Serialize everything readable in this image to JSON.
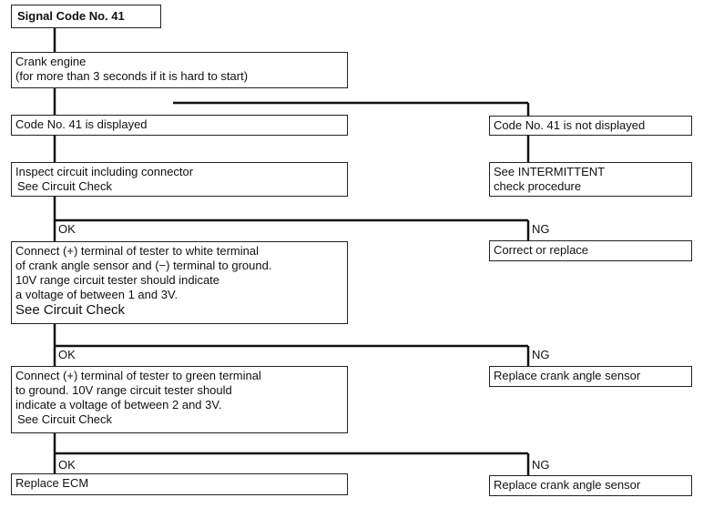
{
  "title": "Signal Code No. 41",
  "steps": {
    "crank": [
      "Crank engine",
      "(for more than 3 seconds if it is hard to start)"
    ],
    "displayed": "Code No. 41 is displayed",
    "not_displayed": "Code No. 41 is not displayed",
    "inspect": [
      "Inspect circuit including connector",
      "See Circuit Check"
    ],
    "intermittent": [
      "See INTERMITTENT",
      "check procedure"
    ],
    "white_test": [
      "Connect (+) terminal of tester to white terminal",
      "of crank angle sensor and (−) terminal to ground.",
      "10V range circuit tester should indicate",
      "a voltage of between 1 and 3V.",
      "See Circuit Check"
    ],
    "correct": "Correct or replace",
    "green_test": [
      "Connect (+) terminal of tester to green terminal",
      "to ground. 10V range circuit tester should",
      "indicate a voltage of between 2 and 3V.",
      "See Circuit Check"
    ],
    "replace_sensor_1": "Replace crank angle sensor",
    "replace_ecm": "Replace ECM",
    "replace_sensor_2": "Replace crank angle sensor"
  },
  "labels": {
    "ok": "OK",
    "ng": "NG"
  }
}
